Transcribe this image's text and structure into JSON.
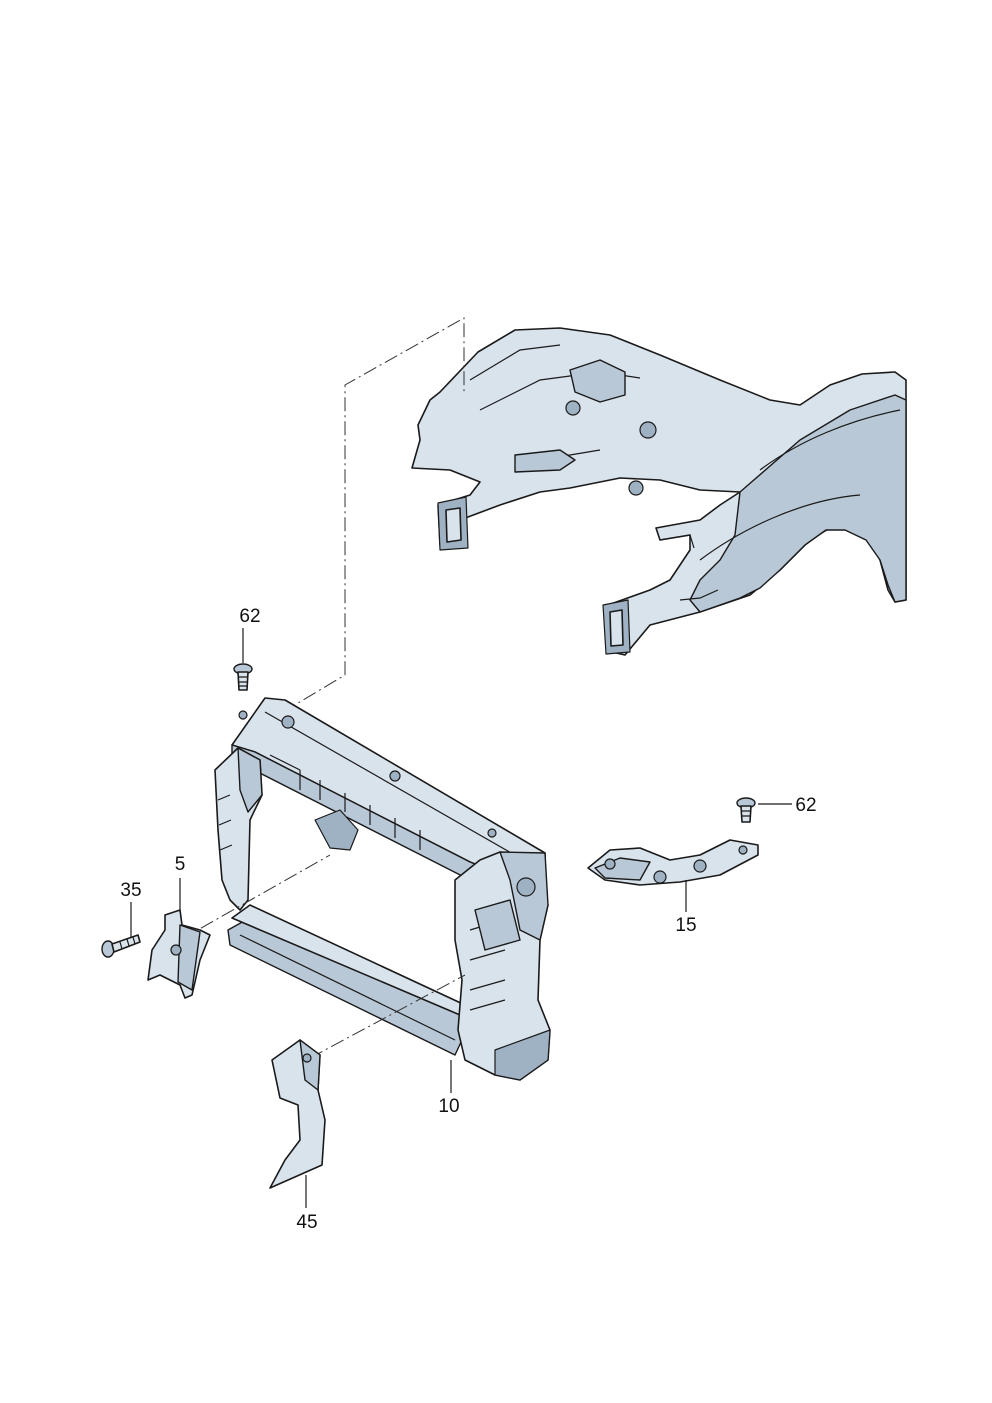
{
  "callouts": {
    "part_62_top": "62",
    "part_62_right": "62",
    "part_5": "5",
    "part_35": "35",
    "part_15": "15",
    "part_10": "10",
    "part_45": "45"
  },
  "colors": {
    "part_fill": "#d9e3ec",
    "part_shade": "#b9c8d6",
    "outline": "#1a1a1a",
    "background": "#ffffff"
  }
}
